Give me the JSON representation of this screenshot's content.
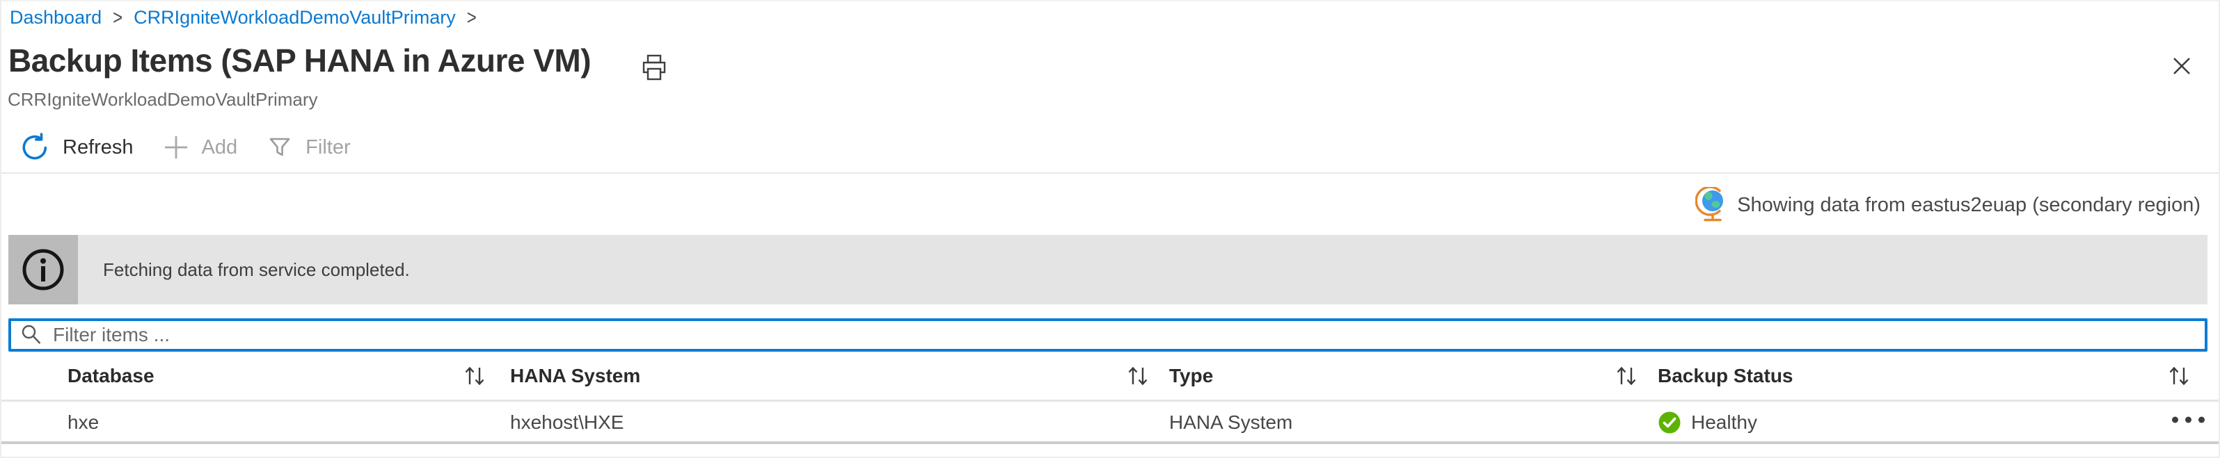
{
  "breadcrumb": {
    "separator": ">",
    "items": [
      {
        "label": "Dashboard"
      },
      {
        "label": "CRRIgniteWorkloadDemoVaultPrimary"
      }
    ]
  },
  "header": {
    "title": "Backup Items (SAP HANA in Azure VM)",
    "subtitle": "CRRIgniteWorkloadDemoVaultPrimary"
  },
  "toolbar": {
    "refresh_label": "Refresh",
    "add_label": "Add",
    "filter_label": "Filter"
  },
  "region_status": {
    "text": "Showing data from eastus2euap (secondary region)"
  },
  "info_banner": {
    "message": "Fetching data from service completed."
  },
  "filter": {
    "placeholder": "Filter items ..."
  },
  "table": {
    "columns": [
      {
        "label": "Database"
      },
      {
        "label": "HANA System"
      },
      {
        "label": "Type"
      },
      {
        "label": "Backup Status"
      }
    ],
    "rows": [
      {
        "database": "hxe",
        "hana_system": "hxehost\\HXE",
        "type": "HANA System",
        "backup_status": "Healthy"
      }
    ]
  },
  "colors": {
    "accent_blue": "#0b79d0",
    "healthy_green": "#5db300",
    "banner_bg": "#e4e4e4",
    "banner_icon_bg": "#bababa",
    "filter_border_blue": "#0c7cd5"
  }
}
